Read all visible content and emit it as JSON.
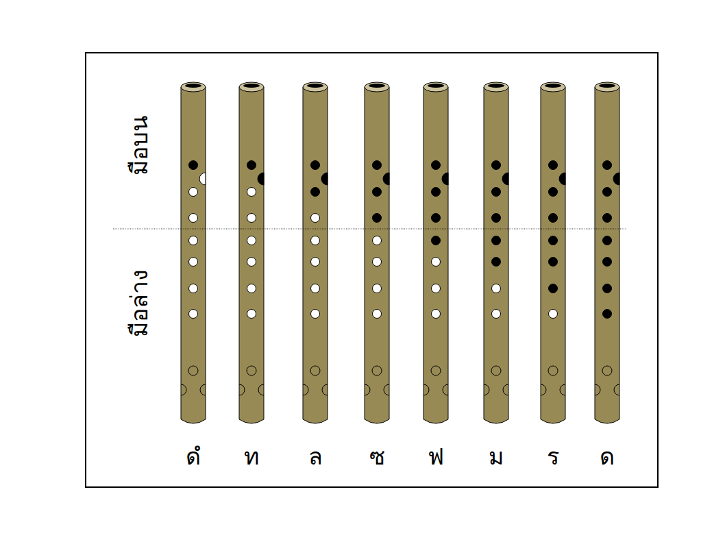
{
  "diagram": {
    "labels": [
      "มือบน",
      "มือล่าง",
      "ดํ",
      "ท",
      "ล",
      "ซ",
      "ฟ",
      "ม",
      "ร",
      "ด"
    ]
  }
}
